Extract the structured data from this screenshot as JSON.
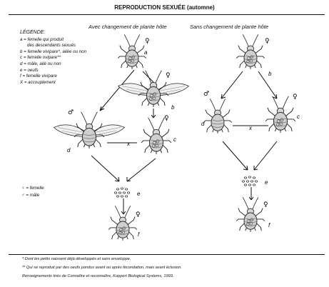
{
  "title": "REPRODUCTION SEXUÉE (automne)",
  "columns": {
    "left": "Avec changement de plante hôte",
    "right": "Sans changement de plante hôte"
  },
  "legend": {
    "heading": "LÉGENDE:",
    "a1": "a = femelle qui produit",
    "a2": "des descendants sexués",
    "b": "b = femelle vivipare*, ailée ou non",
    "c": "c = femelle ovipare**",
    "d": "d = mâle, ailé ou non",
    "e": "e = oeufs",
    "f": "f = femelle vivipare",
    "x": "X = accouplement"
  },
  "sex_legend": {
    "female": "♀ = femelle",
    "male": "♂ = mâle"
  },
  "diagram_labels": {
    "a": "a",
    "b": "b",
    "c": "c",
    "d": "d",
    "e": "e",
    "f": "f",
    "x": "x",
    "female": "♀",
    "male": "♂"
  },
  "footnotes": {
    "note1": "*   Dont les petits naissent déjà développés et sans enveloppe.",
    "note2": "**  Qui se reproduit par des oeufs pondus avant ou après fécondation, mais avant éclosion.",
    "source": "Renseignements tirés de Connaître et reconnaître, Koppert Biological Systems, 1993."
  }
}
